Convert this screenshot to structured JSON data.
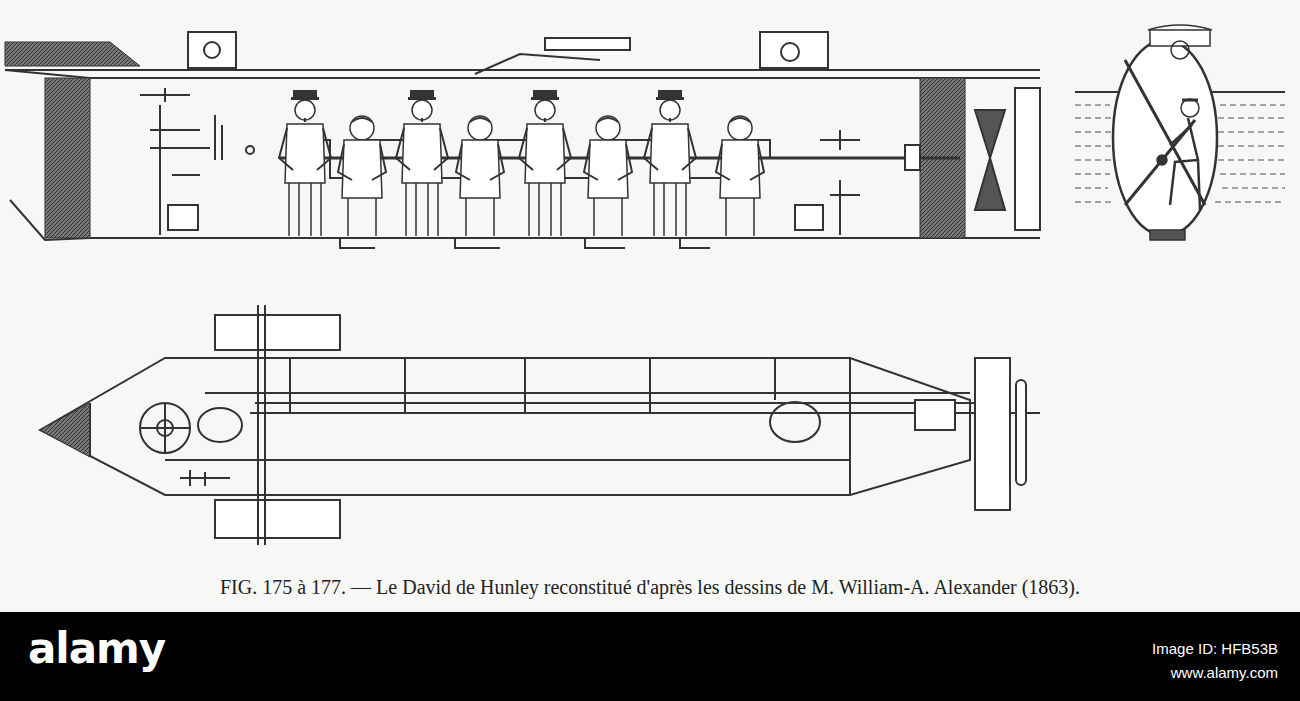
{
  "diagram": {
    "caption": "FIG. 175 à 177. — Le David de Hunley reconstitué d'après les dessins de M. William-A. Alexander (1863).",
    "labels": [
      "alamy",
      "Image ID: HFB53B",
      "www.alamy.com"
    ]
  }
}
